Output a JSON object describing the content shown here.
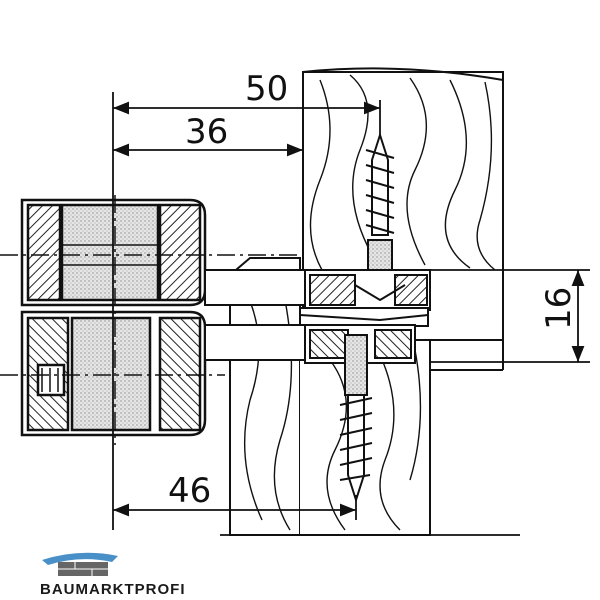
{
  "dimensions": {
    "top_outer": "50",
    "top_inner": "36",
    "side": "16",
    "bottom": "46"
  },
  "logo": {
    "text": "BAUMARKTPROFI",
    "accent_color": "#4a90c8"
  },
  "colors": {
    "line": "#111111",
    "hatch": "#222222",
    "shade": "#d8d8d8",
    "background": "#ffffff"
  }
}
